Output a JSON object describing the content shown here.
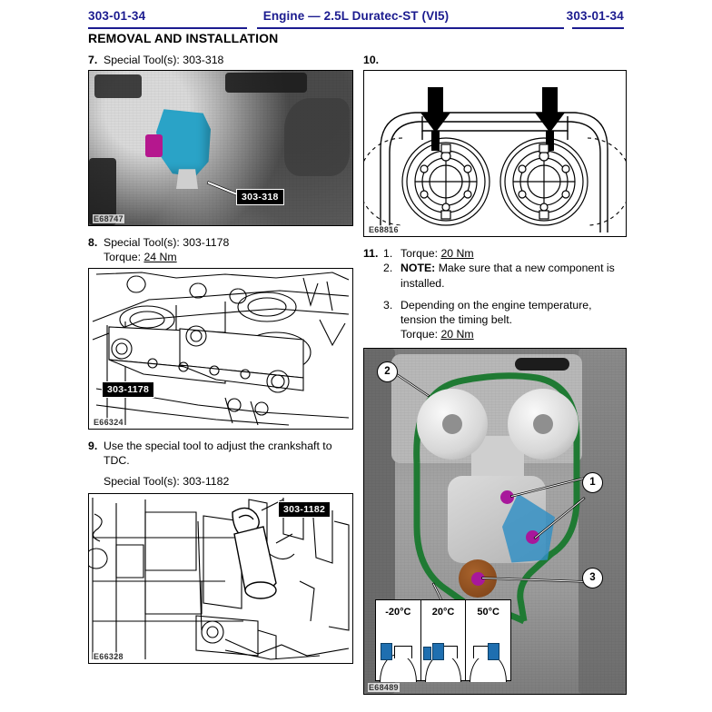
{
  "header": {
    "code_left": "303-01-34",
    "title": "Engine — 2.5L Duratec-ST (VI5)",
    "code_right": "303-01-34",
    "section": "REMOVAL AND INSTALLATION",
    "accent_color": "#1b1b8f"
  },
  "left_column": {
    "step7": {
      "number": "7.",
      "text": "Special Tool(s): 303-318",
      "figure": {
        "id": "E68747",
        "callout": "303-318",
        "tool_color": "#2aa3c7",
        "accent_color": "#b5178e"
      }
    },
    "step8": {
      "number": "8.",
      "line1": "Special Tool(s): 303-1178",
      "line2_label": "Torque:",
      "line2_value": "24 Nm",
      "figure": {
        "id": "E66324",
        "callout": "303-1178"
      }
    },
    "step9": {
      "number": "9.",
      "text": "Use the special tool to adjust the crankshaft to TDC.",
      "tool_line": "Special Tool(s): 303-1182",
      "figure": {
        "id": "E66328",
        "callout": "303-1182"
      }
    }
  },
  "right_column": {
    "step10": {
      "number": "10.",
      "figure": {
        "id": "E68816"
      }
    },
    "step11": {
      "number": "11.",
      "subs": [
        {
          "num": "1.",
          "label": "Torque:",
          "value": "20 Nm",
          "note_label": "",
          "text": ""
        },
        {
          "num": "2.",
          "label": "",
          "value": "",
          "note_label": "NOTE:",
          "text": "Make sure that a new component is installed."
        },
        {
          "num": "3.",
          "label": "Torque:",
          "value": "20 Nm",
          "note_label": "",
          "text": "Depending on the engine temperature, tension the timing belt."
        }
      ],
      "figure": {
        "id": "E68489",
        "bubbles": [
          "2",
          "1",
          "3"
        ],
        "belt_color": "#1f7a33",
        "tensioner_color": "#2f8fc4",
        "bolt_color": "#a8179b",
        "pulley_color": "#8a4a1d",
        "temperature_chart": {
          "cells": [
            {
              "label": "-20°C",
              "pointer_position": "left"
            },
            {
              "label": "20°C",
              "pointer_position": "center"
            },
            {
              "label": "50°C",
              "pointer_position": "right"
            }
          ]
        }
      }
    }
  }
}
